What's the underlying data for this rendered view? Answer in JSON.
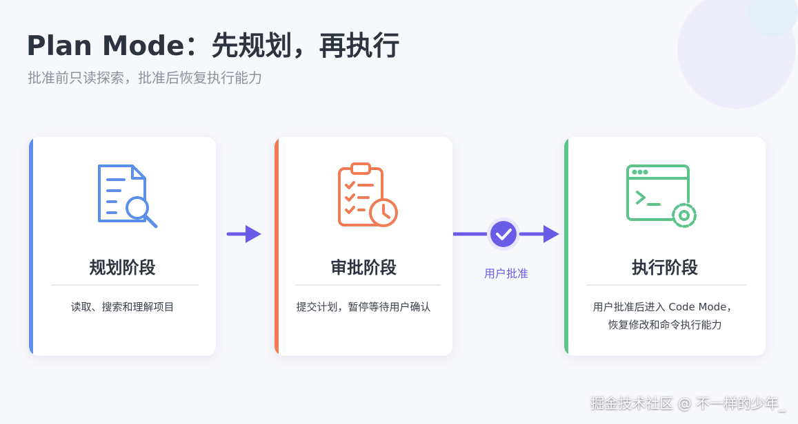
{
  "header": {
    "title": "Plan Mode：先规划，再执行",
    "subtitle": "批准前只读探索，批准后恢复执行能力"
  },
  "stages": [
    {
      "title": "规划阶段",
      "description": "读取、搜索和理解项目",
      "icon": "document-search-icon",
      "accent_color": "#5b8fea"
    },
    {
      "title": "审批阶段",
      "description": "提交计划，暂停等待用户确认",
      "icon": "clipboard-clock-icon",
      "accent_color": "#f07b55"
    },
    {
      "title": "执行阶段",
      "description_line1": "用户批准后进入 Code Mode，",
      "description_line2": "恢复修改和命令执行能力",
      "icon": "terminal-gear-icon",
      "accent_color": "#5cc48a"
    }
  ],
  "approval": {
    "label": "用户批准",
    "icon": "check-circle-icon",
    "color": "#6b5ce7"
  },
  "watermark": "掘金技术社区 @ 不一样的少年_"
}
